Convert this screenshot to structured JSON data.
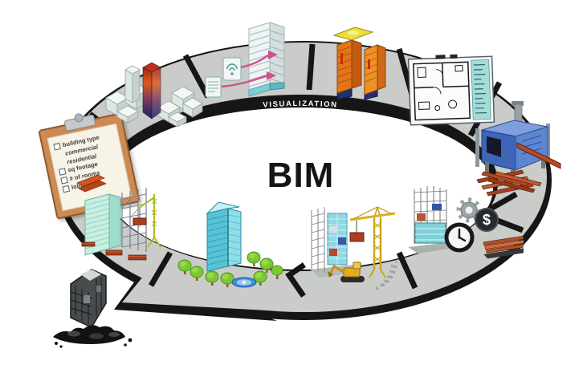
{
  "title": {
    "label": "BIM"
  },
  "ring": {
    "label": "VISUALIZATION"
  },
  "clipboard": {
    "items": [
      {
        "checked": true,
        "label": "building type"
      },
      {
        "checked": false,
        "label": "commercial"
      },
      {
        "checked": false,
        "label": "residential"
      },
      {
        "checked": true,
        "label": "sq footage"
      },
      {
        "checked": true,
        "label": "# of rooms"
      },
      {
        "checked": true,
        "label": "lobby"
      }
    ]
  },
  "icons": {
    "dollar": "$"
  },
  "stages": [
    {
      "icon": "planning-clipboard-icon"
    },
    {
      "icon": "site-massing-blocks-icon"
    },
    {
      "icon": "schematic-design-tower-icon"
    },
    {
      "icon": "energy-analysis-tower-icon"
    },
    {
      "icon": "floor-plan-drawing-icon"
    },
    {
      "icon": "fabrication-machine-icon"
    },
    {
      "icon": "schedule-cost-building-icon"
    },
    {
      "icon": "construction-site-crane-icon"
    },
    {
      "icon": "completed-building-landscape-icon"
    },
    {
      "icon": "renovation-scaffolding-icon"
    },
    {
      "icon": "demolition-rubble-icon"
    }
  ],
  "colors": {
    "road": "#c9ccc9",
    "edge_band": "#161616",
    "center": "#ffffff",
    "viz_text": "#ffffff",
    "bim_text": "#151515",
    "accent_pink": "#cf4f8e",
    "heat_hot": "#e05a1a",
    "heat_cold": "#1a2464",
    "glass_teal": "#7ed2d8",
    "steel_red": "#a84a26",
    "machine_blue": "#3d66b8",
    "tree_green": "#7cc832"
  }
}
